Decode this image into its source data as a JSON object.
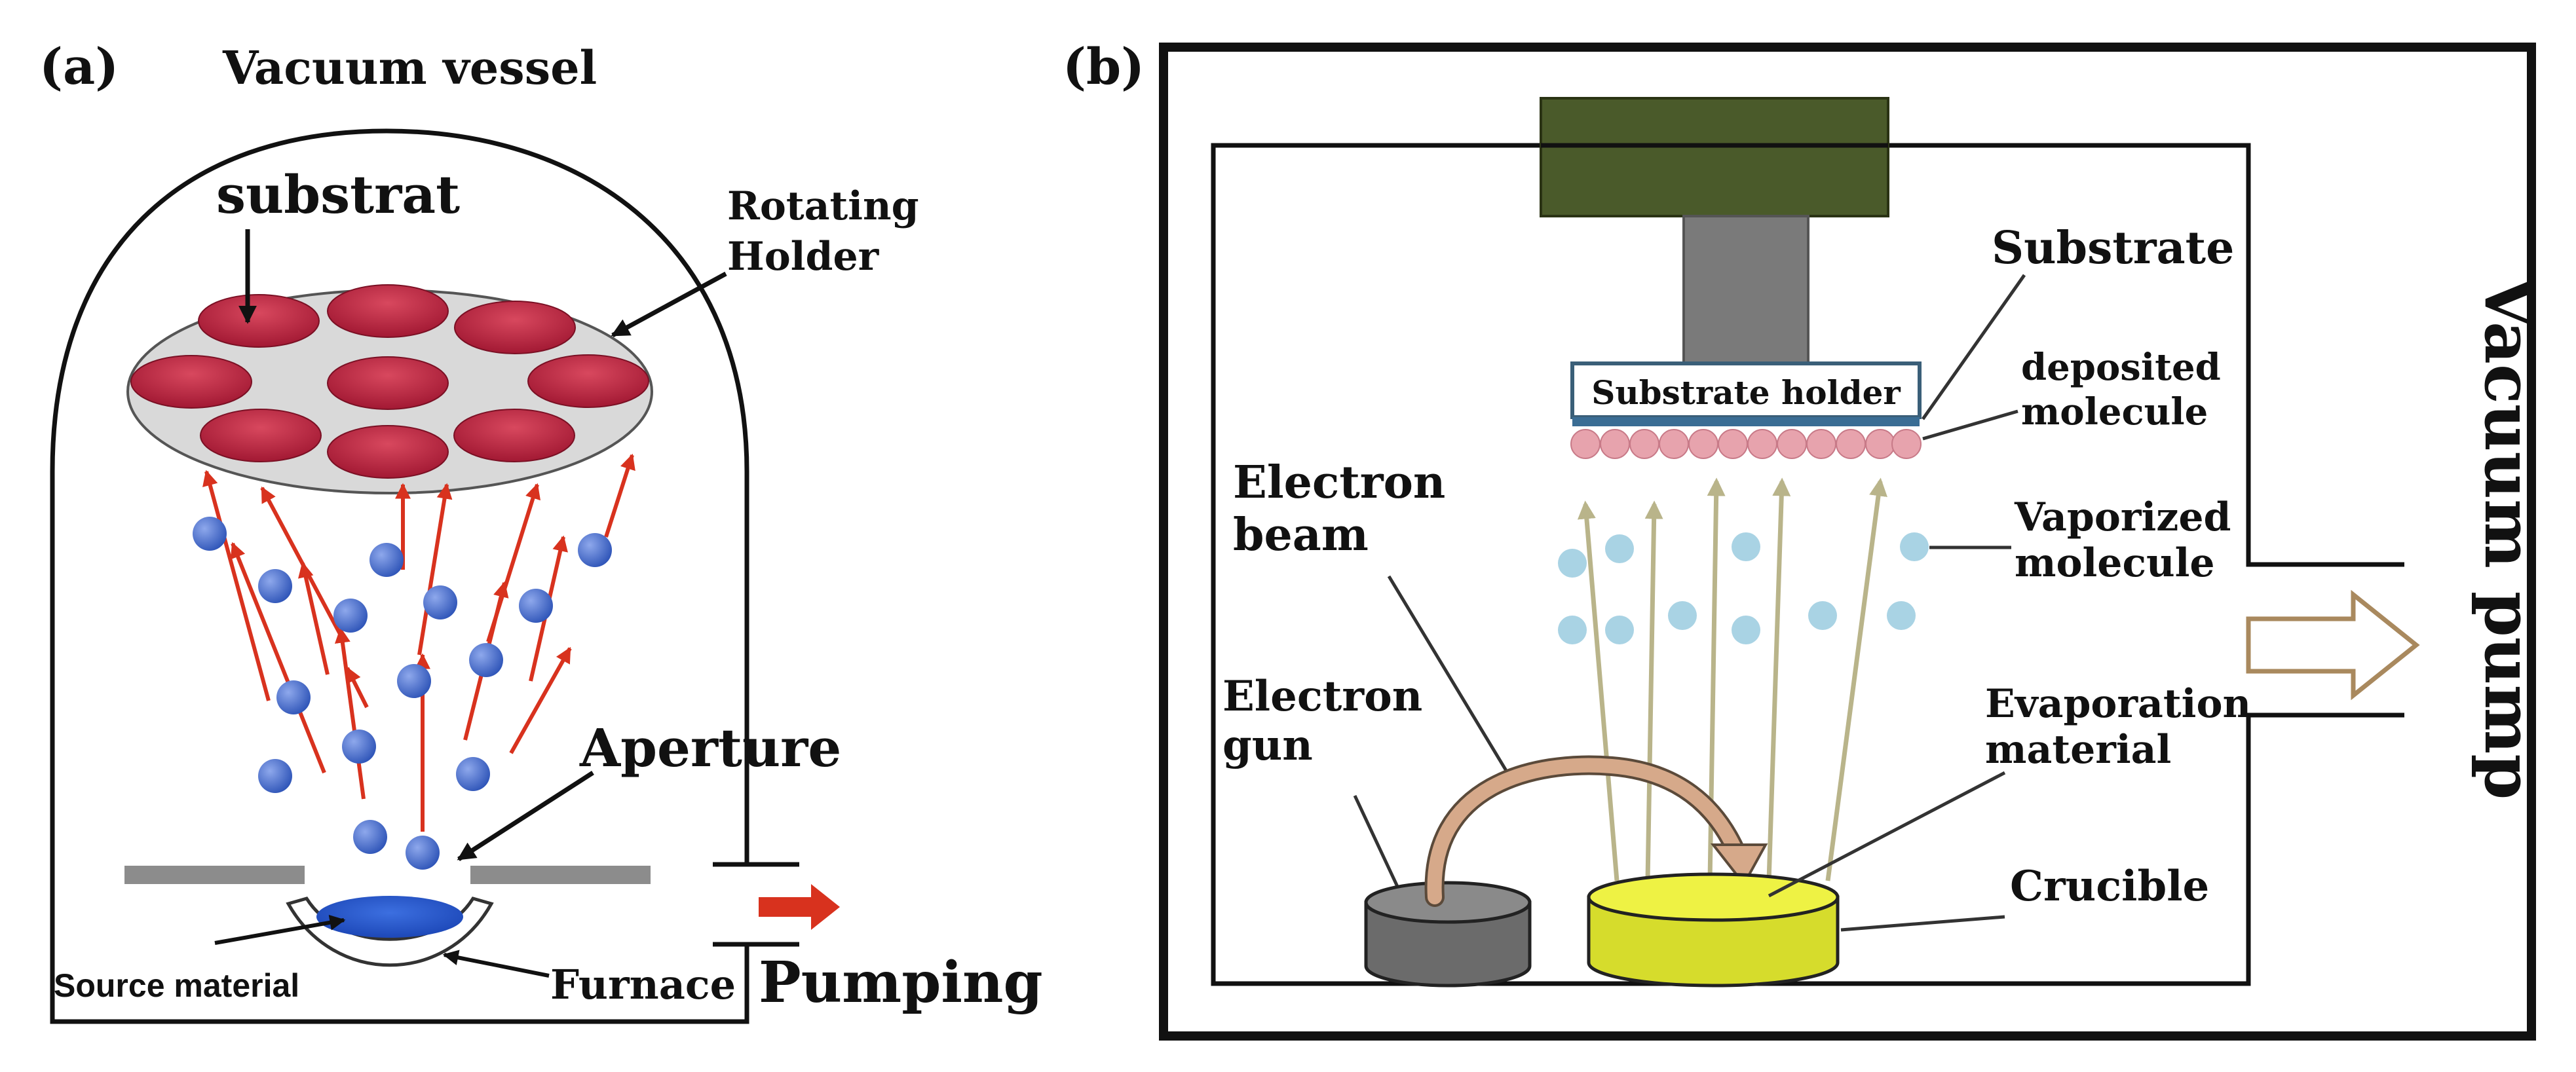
{
  "panel_a": {
    "label": "(a)",
    "vessel_label": "Vacuum vessel",
    "substrate_label": "substrat",
    "holder_label_line1": "Rotating",
    "holder_label_line2": "Holder",
    "aperture_label": "Aperture",
    "source_label": "Source material",
    "furnace_label": "Furnace",
    "pumping_label": "Pumping"
  },
  "panel_b": {
    "label": "(b)",
    "substrate_label": "Substrate",
    "holder_label": "Substrate holder",
    "deposited_line1": "deposited",
    "deposited_line2": "molecule",
    "vaporized_line1": "Vaporized",
    "vaporized_line2": "molecule",
    "beam_line1": "Electron",
    "beam_line2": "beam",
    "gun_line1": "Electron",
    "gun_line2": "gun",
    "evap_line1": "Evaporation",
    "evap_line2": "material",
    "crucible_label": "Crucible",
    "pump_label": "Vacuum pump"
  },
  "colors": {
    "wafer": "#b5213a",
    "holder_disc": "#d9d9d9",
    "atom": "#2f55b8",
    "flux_arrow": "#d8321e",
    "pump_arrow": "#d8321e",
    "holder_top": "#4a5a2a",
    "holder_stem": "#7a7a7a",
    "deposit": "#e7a3ad",
    "vapor": "#a9d3e4",
    "crucible": "#d6dc2c",
    "gun": "#6b6b6b",
    "beam": "#d6a98a",
    "vapor_arrow": "#b9b48a"
  }
}
